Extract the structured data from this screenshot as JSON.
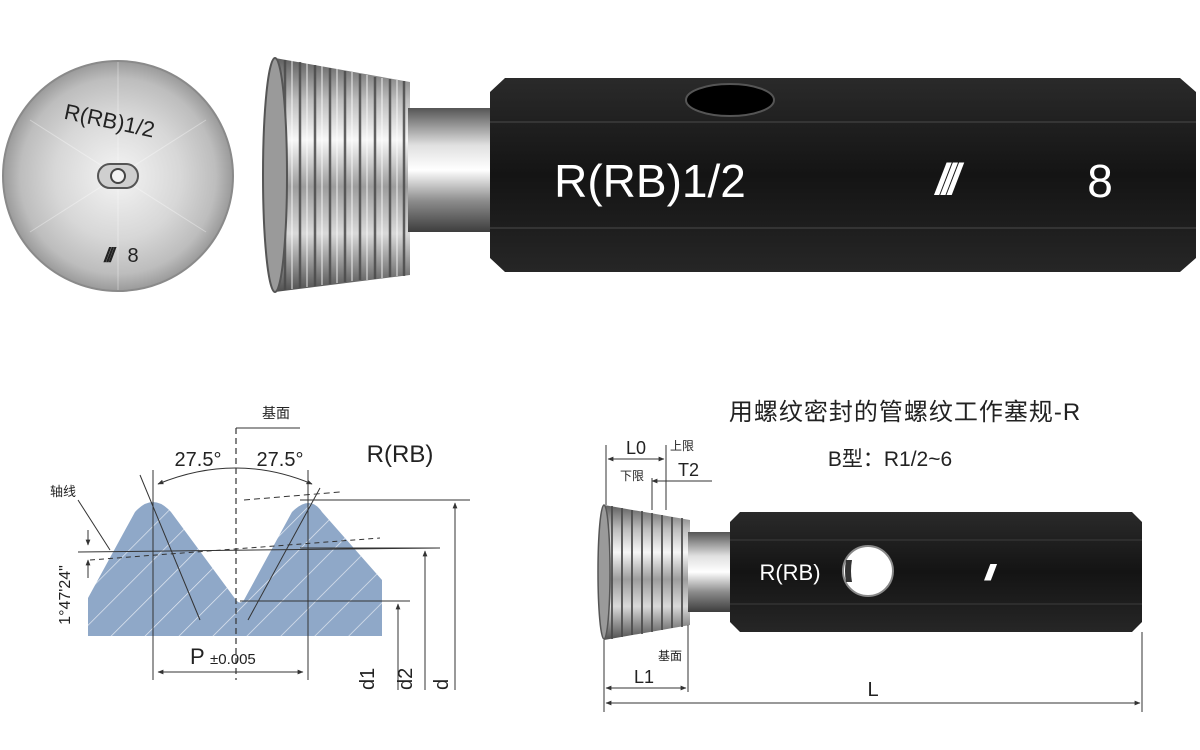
{
  "end_face": {
    "size_text": "R(RB)1/2",
    "mark_text": "///",
    "number_text": "8"
  },
  "gauge_photo": {
    "size_text": "R(RB)1/2",
    "mark_text": "///",
    "number_text": "8"
  },
  "thread_profile": {
    "reference_plane": "基面",
    "angle_left": "27.5°",
    "angle_right": "27.5°",
    "thread_type": "R(RB)",
    "axis_label": "轴线",
    "taper_angle": "1°47'24\"",
    "pitch_label": "P",
    "pitch_tolerance": "±0.005",
    "diameter_minor": "d1",
    "diameter_pitch": "d2",
    "diameter_major": "d"
  },
  "plug_gauge_drawing": {
    "title": "用螺纹密封的管螺纹工作塞规-R",
    "subtitle": "B型：R1/2~6",
    "l0_label": "L0",
    "upper_limit": "上限",
    "lower_limit": "下限",
    "t2_label": "T2",
    "reference_plane": "基面",
    "l1_label": "L1",
    "l_label": "L",
    "body_text": "R(RB)",
    "mark_text": "///"
  },
  "colors": {
    "body_black": "#1b1b1b",
    "profile_fill": "#8fa8c8",
    "steel_light": "#f2f2f2",
    "steel_dark": "#6e6e6e"
  }
}
